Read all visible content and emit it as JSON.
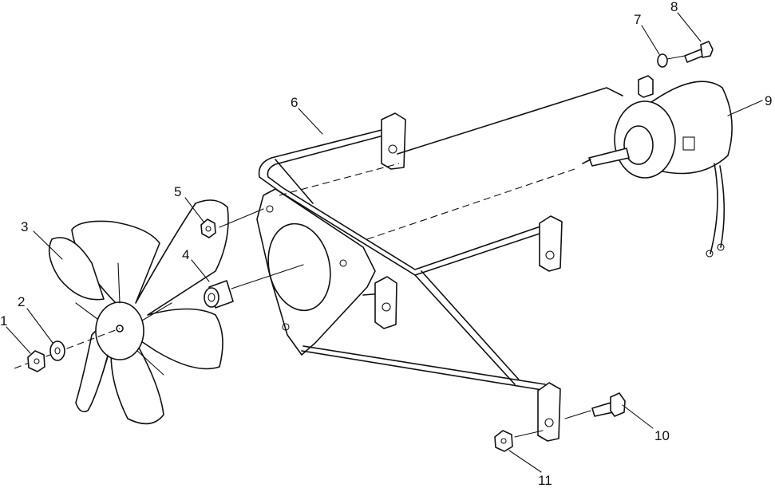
{
  "callouts": [
    {
      "id": "1"
    },
    {
      "id": "2"
    },
    {
      "id": "3"
    },
    {
      "id": "4"
    },
    {
      "id": "5"
    },
    {
      "id": "6"
    },
    {
      "id": "7"
    },
    {
      "id": "8"
    },
    {
      "id": "9"
    },
    {
      "id": "10"
    },
    {
      "id": "11"
    }
  ]
}
